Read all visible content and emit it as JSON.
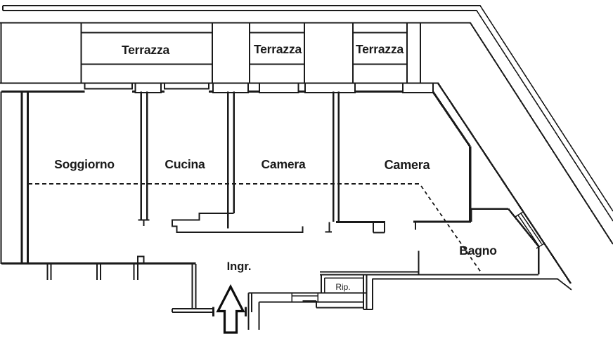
{
  "title": "Apartment floor plan",
  "labels": {
    "terrazza_1": "Terrazza",
    "terrazza_2": "Terrazza",
    "terrazza_3": "Terrazza",
    "soggiorno": "Soggiorno",
    "cucina": "Cucina",
    "camera_1": "Camera",
    "camera_2": "Camera",
    "bagno": "Bagno",
    "ingresso": "Ingr.",
    "ripostiglio": "Rip."
  },
  "icons": {
    "entrance_arrow": "up-arrow-outline"
  },
  "colors": {
    "wall_line": "#1a1a1a",
    "background": "#ffffff",
    "label_text": "#1a1a1a"
  }
}
